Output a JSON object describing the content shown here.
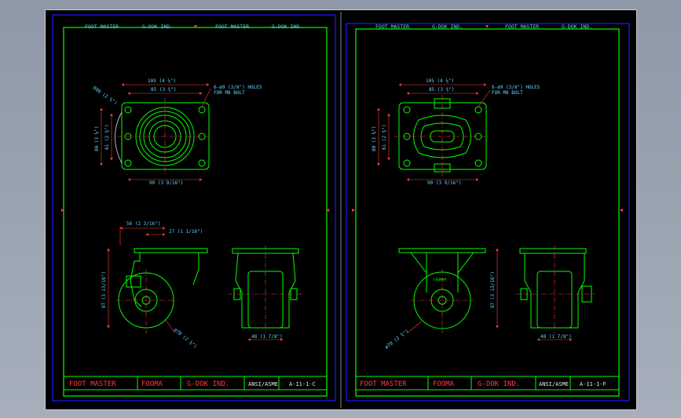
{
  "sheets": [
    {
      "header": [
        "FOOT MASTER",
        "G-DOK IND.",
        "FOOT MASTER",
        "G-DOK IND."
      ],
      "top_view": {
        "dim_width_overall": "105 (4 ⅛\")",
        "dim_width_holes": "85 (3 ⅜\")",
        "dim_width_bottom": "90 (3 9/16\")",
        "dim_height_overall": "80 (3 ⅛\")",
        "dim_height_holes": "61 (2 ⅜\")",
        "dim_radius": "R80 (2 ⅜\")",
        "hole_note_1": "6-ø9 (3/8\") HOLES",
        "hole_note_2": "FOR M8 BOLT"
      },
      "side_view": {
        "dim_offset": "56 (2 3/16\")",
        "dim_offset_small": "27 (1 1/16\")",
        "dim_height": "97 (3 13/16\")",
        "dim_wheel": "ø70 (2 ¾\")"
      },
      "front_view": {
        "dim_wheel_width": "48 (1 7/8\")"
      },
      "title_block": {
        "brand_1": "FOOT MASTER",
        "brand_2": "FOOMA",
        "maker": "G-DOK IND.",
        "cell_4": "ANSI/ASME",
        "cell_5": "A-11-1-C"
      }
    },
    {
      "header": [
        "FOOT MASTER",
        "G-DOK IND.",
        "FOOT MASTER",
        "G-DOK IND."
      ],
      "top_view": {
        "dim_width_overall": "105 (4 ⅛\")",
        "dim_width_holes": "85 (3 ⅜\")",
        "dim_width_bottom": "90 (3 9/16\")",
        "dim_height_overall": "80 (3 ⅛\")",
        "dim_height_holes": "61 (2 ⅜\")",
        "hole_note_1": "6-ø9 (3/8\") HOLES",
        "hole_note_2": "FOR M8 BOLT"
      },
      "side_view": {
        "dim_height": "97 (3 13/16\")",
        "dim_wheel": "ø70 (2 ¾\")",
        "brand_mark": "FOOMAP"
      },
      "front_view": {
        "dim_wheel_width": "48 (1 7/8\")"
      },
      "title_block": {
        "brand_1": "FOOT MASTER",
        "brand_2": "FOOMA",
        "maker": "G-DOK IND.",
        "cell_4": "ANSI/ASME",
        "cell_5": "A-11-1-F"
      }
    }
  ],
  "colors": {
    "frame_outer": "#1a1aff",
    "frame_inner": "#00ff00",
    "part": "#00ff00",
    "dimension": "#5fd8ff",
    "center_line": "#ff3b3b",
    "title_red": "#ff3b3b"
  }
}
